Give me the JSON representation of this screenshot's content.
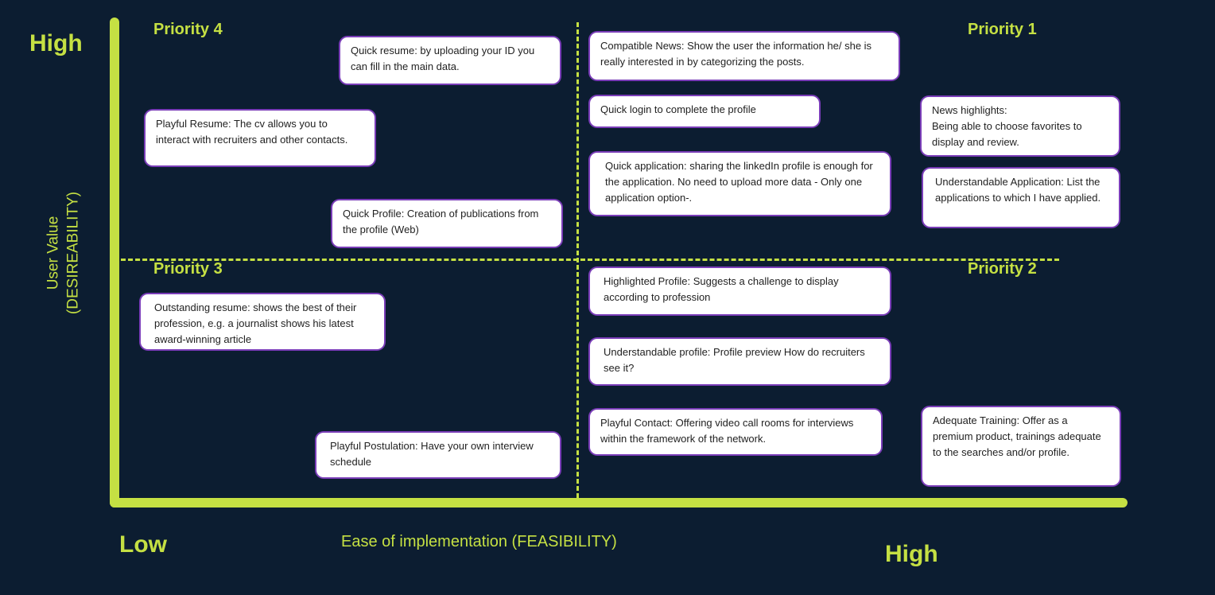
{
  "axes": {
    "y_high": "High",
    "y_title_line1": "User Value",
    "y_title_line2": "(DESIREABILITY)",
    "x_low": "Low",
    "x_high": "High",
    "x_title": "Ease of implementation (FEASIBILITY)"
  },
  "quadrants": {
    "top_left": "Priority 4",
    "top_right": "Priority 1",
    "bottom_left": "Priority 3",
    "bottom_right": "Priority 2"
  },
  "cards": {
    "quick_resume": "Quick resume: by uploading your ID you can fill in the main data.",
    "playful_resume": "Playful Resume: The cv allows you to interact with recruiters and other contacts.",
    "quick_profile": "Quick Profile: Creation of publications from the profile (Web)",
    "compatible_news": "Compatible News: Show the user the information he/ she is really interested in by categorizing the posts.",
    "quick_login": "Quick login to complete the profile",
    "news_highlights_title": "News highlights:",
    "news_highlights_body": "Being able to choose favorites to display and review.",
    "quick_application": "Quick application: sharing the linkedIn profile is enough for the application. No need to upload more data - Only one application option-.",
    "understandable_application": "Understandable Application: List the applications to which I have applied.",
    "outstanding_resume": "Outstanding resume: shows the best of their profession, e.g. a journalist shows his latest award-winning article",
    "highlighted_profile": "Highlighted Profile: Suggests a challenge to display according to profession",
    "understandable_profile": "Understandable profile: Profile preview How do recruiters see it?",
    "playful_contact": "Playful Contact: Offering video call rooms for interviews within the framework of the network.",
    "playful_postulation": "Playful Postulation: Have your own interview schedule",
    "adequate_training": "Adequate Training: Offer as a premium product, trainings adequate to the searches and/or profile."
  },
  "colors": {
    "background": "#0c1d31",
    "accent": "#c5e043",
    "card": "#ffffff",
    "card_border": "#7a3db8"
  }
}
